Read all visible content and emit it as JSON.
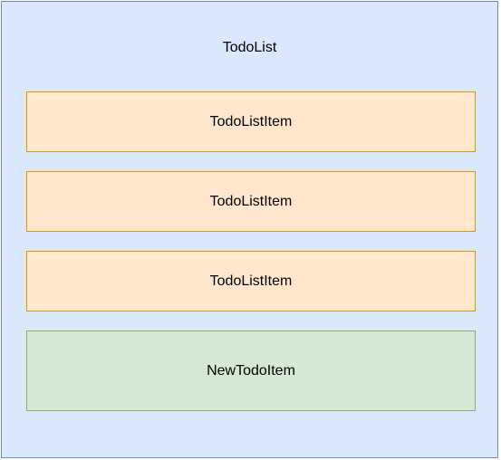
{
  "diagram": {
    "container": {
      "title": "TodoList",
      "fill": "#dae8fc",
      "stroke": "#6c8ebf"
    },
    "items": [
      {
        "label": "TodoListItem",
        "fill": "#ffe6cc",
        "stroke": "#d79b00"
      },
      {
        "label": "TodoListItem",
        "fill": "#ffe6cc",
        "stroke": "#d79b00"
      },
      {
        "label": "TodoListItem",
        "fill": "#ffe6cc",
        "stroke": "#d79b00"
      }
    ],
    "new_item": {
      "label": "NewTodoItem",
      "fill": "#d5e8d4",
      "stroke": "#82b366"
    }
  }
}
